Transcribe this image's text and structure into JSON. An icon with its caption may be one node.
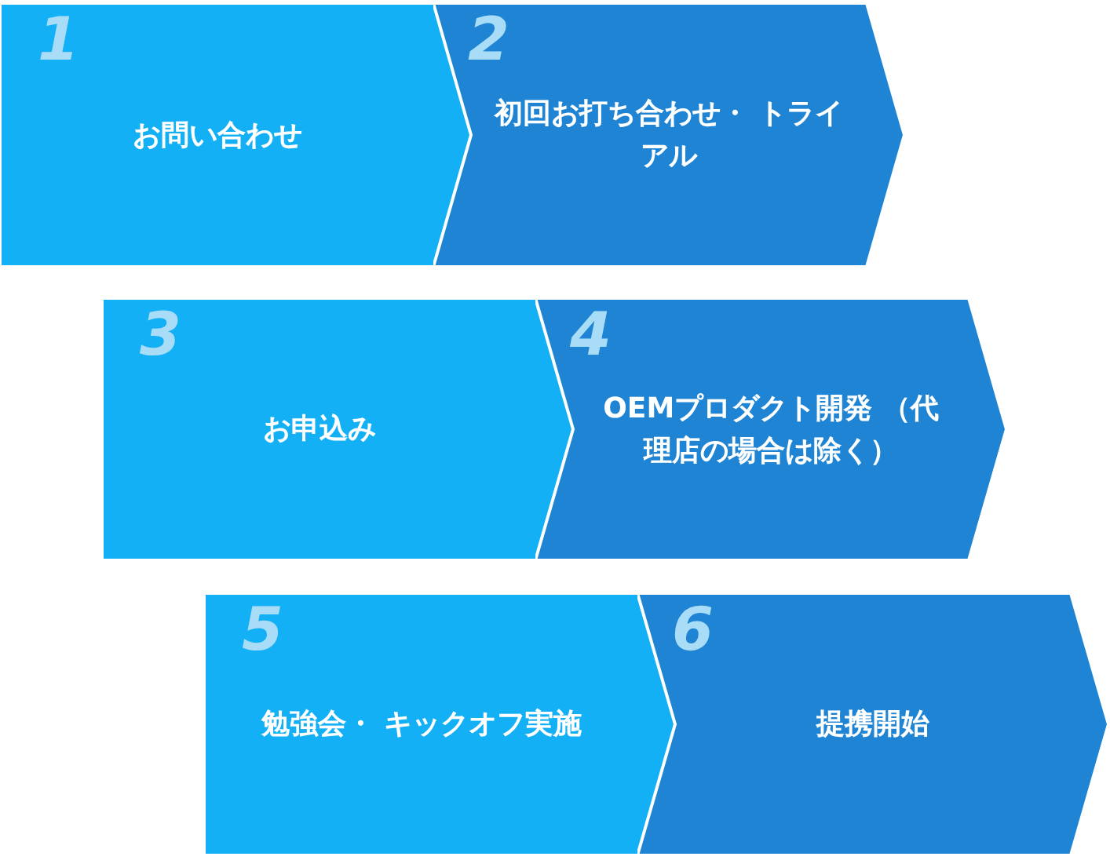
{
  "diagram": {
    "nodes": [
      {
        "text": [
          "1",
          "お問い合わせ"
        ]
      },
      {
        "text": [
          "2",
          "初回お打ち合わせ・ トライアル"
        ]
      },
      {
        "text": [
          "3",
          "お申込み"
        ]
      },
      {
        "text": [
          "4",
          "OEMプロダクト開発 （代理店の場合は除く）"
        ]
      },
      {
        "text": [
          "5",
          "勉強会・ キックオフ実施"
        ]
      },
      {
        "text": [
          "6",
          "提携開始"
        ]
      }
    ]
  }
}
